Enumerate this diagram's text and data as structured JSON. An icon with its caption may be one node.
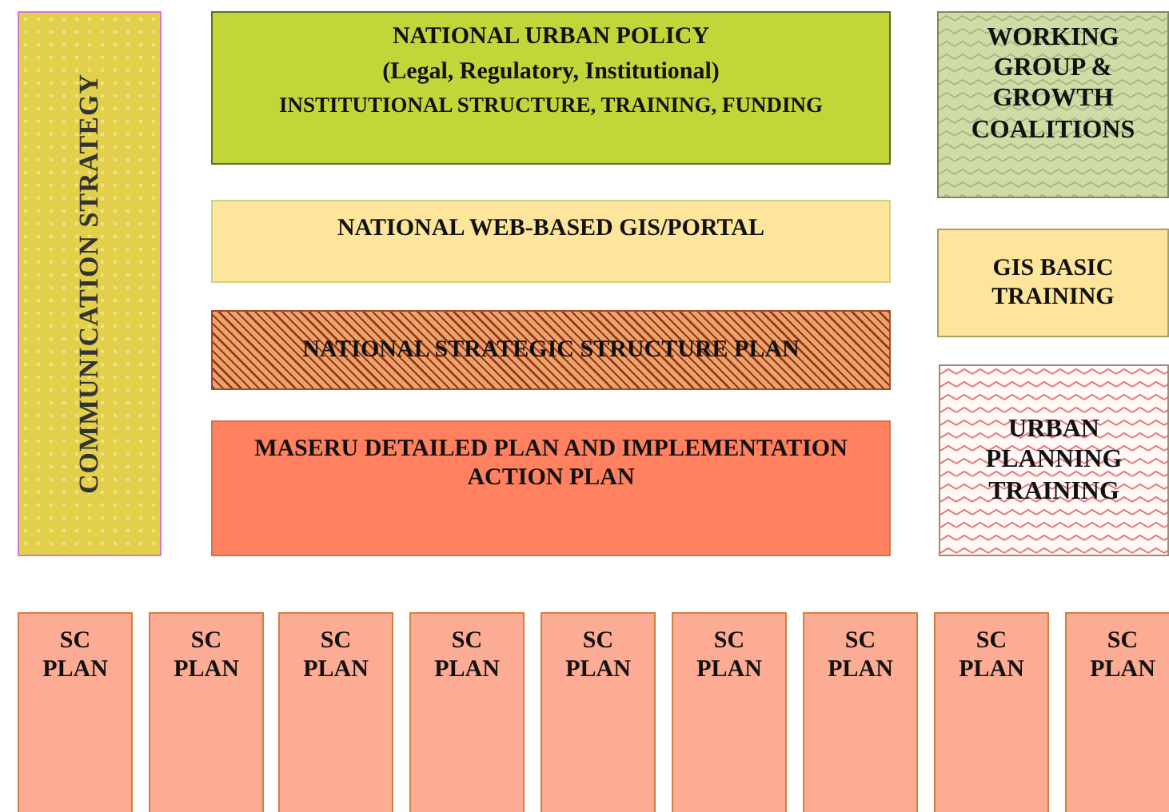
{
  "diagram": {
    "nodes": [
      {
        "text": [
          "COMMUNICATION STRATEGY"
        ]
      },
      {
        "text": [
          "NATIONAL URBAN POLICY",
          "(Legal, Regulatory, Institutional)",
          "INSTITUTIONAL STRUCTURE, TRAINING, FUNDING"
        ]
      },
      {
        "text": [
          "NATIONAL WEB-BASED GIS/PORTAL"
        ]
      },
      {
        "text": [
          "NATIONAL STRATEGIC STRUCTURE PLAN"
        ]
      },
      {
        "text": [
          "MASERU DETAILED PLAN AND IMPLEMENTATION ACTION PLAN"
        ]
      },
      {
        "text": [
          "WORKING GROUP & GROWTH COALITIONS"
        ]
      },
      {
        "text": [
          "GIS BASIC TRAINING"
        ]
      },
      {
        "text": [
          "URBAN PLANNING TRAINING"
        ]
      },
      {
        "text": [
          "SC PLAN"
        ]
      },
      {
        "text": [
          "SC PLAN"
        ]
      },
      {
        "text": [
          "SC PLAN"
        ]
      },
      {
        "text": [
          "SC PLAN"
        ]
      },
      {
        "text": [
          "SC PLAN"
        ]
      },
      {
        "text": [
          "SC PLAN"
        ]
      },
      {
        "text": [
          "SC PLAN"
        ]
      },
      {
        "text": [
          "SC PLAN"
        ]
      },
      {
        "text": [
          "SC PLAN"
        ]
      }
    ]
  }
}
